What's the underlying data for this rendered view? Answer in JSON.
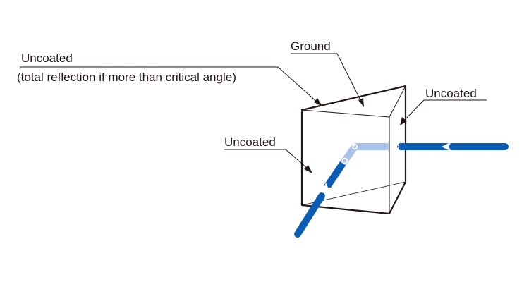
{
  "labels": {
    "ground": "Ground",
    "uncoated_top_left_line1": "Uncoated",
    "uncoated_top_left_line2": "(total reflection if more than critical angle)",
    "uncoated_right": "Uncoated",
    "uncoated_left": "Uncoated"
  },
  "colors": {
    "beam_dark": "#0a5cb5",
    "beam_light": "#a9c2ea",
    "beam_marker": "#ffffff",
    "line": "#231815"
  }
}
